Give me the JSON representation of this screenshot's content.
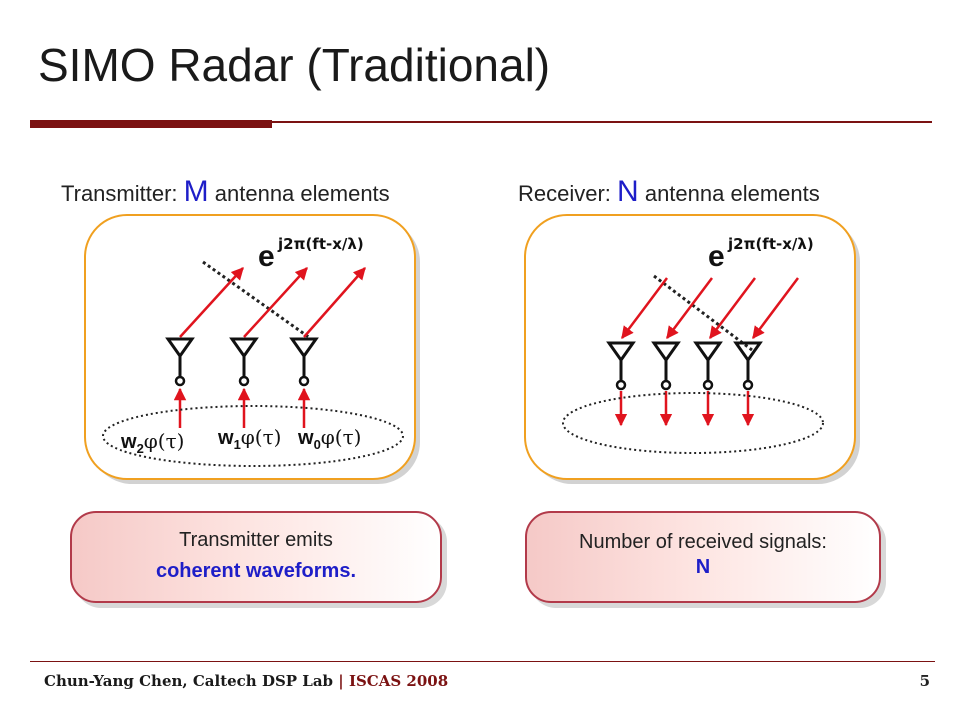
{
  "slide": {
    "title": "SIMO Radar (Traditional)",
    "page_number": "5"
  },
  "transmitter": {
    "label": "Transmitter: ",
    "count": "M",
    "suffix": " antenna elements",
    "phase_base": "e",
    "phase_exp": "j2π(ft-x/λ)",
    "weights": [
      {
        "w": "w",
        "sub": "2",
        "sig": "φ(τ)"
      },
      {
        "w": "w",
        "sub": "1",
        "sig": "φ(τ)"
      },
      {
        "w": "w",
        "sub": "0",
        "sig": "φ(τ)"
      }
    ],
    "note_line1": "Transmitter emits",
    "note_line2": "coherent waveforms."
  },
  "receiver": {
    "label": "Receiver: ",
    "count": "N",
    "suffix": " antenna elements",
    "phase_base": "e",
    "phase_exp": "j2π(ft-x/λ)",
    "note_line1": "Number of received signals:",
    "note_line2": "N"
  },
  "footer": {
    "author": "Chun-Yang Chen, Caltech DSP Lab",
    "separator": " | ",
    "venue": "ISCAS 2008"
  },
  "colors": {
    "accent": "#7b1212",
    "arrow": "#e0141e",
    "panel_border": "#f0a020",
    "highlight": "#1e1ec8"
  }
}
